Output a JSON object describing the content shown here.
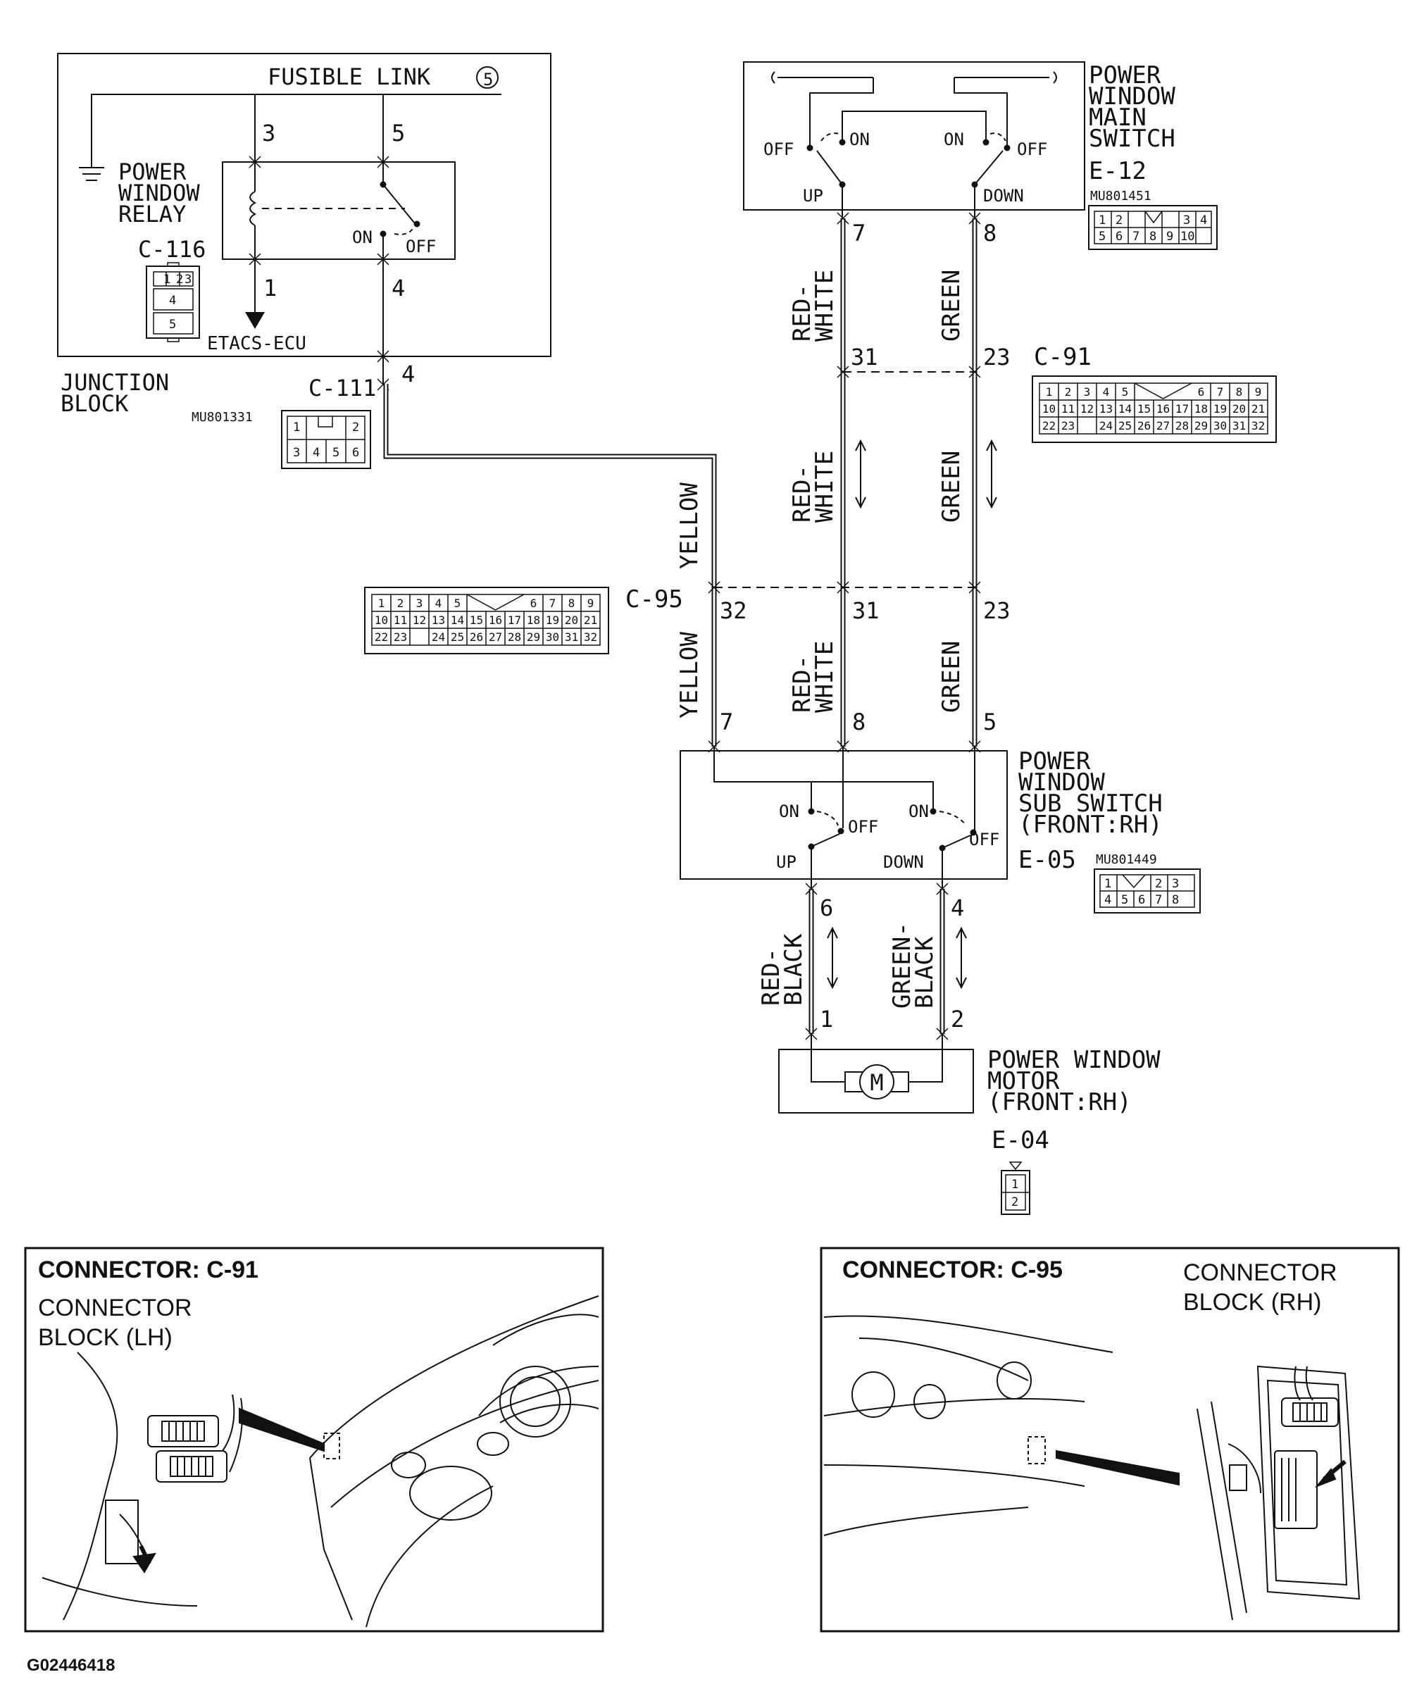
{
  "junction_block": {
    "title_line1": "JUNCTION",
    "title_line2": "BLOCK",
    "part_no": "MU801331",
    "fusible_link": "FUSIBLE LINK",
    "fusible_link_no": "5",
    "relay_line1": "POWER",
    "relay_line2": "WINDOW",
    "relay_line3": "RELAY",
    "relay_connector": "C-116",
    "relay_pins": [
      "1",
      "2",
      "3",
      "4",
      "5"
    ],
    "pin_3": "3",
    "pin_5": "5",
    "pin_1": "1",
    "pin_4": "4",
    "switch_on": "ON",
    "switch_off": "OFF",
    "etacs": "ETACS-ECU"
  },
  "c111": {
    "label": "C-111",
    "pin": "4",
    "grid": [
      "1",
      "2",
      "3",
      "4",
      "5",
      "6"
    ]
  },
  "main_switch": {
    "line1": "POWER",
    "line2": "WINDOW",
    "line3": "MAIN",
    "line4": "SWITCH",
    "id": "E-12",
    "part_no": "MU801451",
    "off_left": "OFF",
    "on_left": "ON",
    "on_right": "ON",
    "off_right": "OFF",
    "up": "UP",
    "down": "DOWN",
    "pin_7": "7",
    "pin_8": "8",
    "grid": [
      "1",
      "2",
      "3",
      "4",
      "5",
      "6",
      "7",
      "8",
      "9",
      "10"
    ]
  },
  "wires": {
    "red_white_1": "RED-",
    "red_white_2": "WHITE",
    "green": "GREEN",
    "yellow": "YELLOW",
    "red_black_1": "RED-",
    "red_black_2": "BLACK",
    "green_black_1": "GREEN-",
    "green_black_2": "BLACK"
  },
  "c91": {
    "label": "C-91",
    "pin_31": "31",
    "pin_23": "23",
    "row1": [
      "1",
      "2",
      "3",
      "4",
      "5",
      "6",
      "7",
      "8",
      "9"
    ],
    "row2": [
      "10",
      "11",
      "12",
      "13",
      "14",
      "15",
      "16",
      "17",
      "18",
      "19",
      "20",
      "21"
    ],
    "row3": [
      "22",
      "23",
      "24",
      "25",
      "26",
      "27",
      "28",
      "29",
      "30",
      "31",
      "32"
    ]
  },
  "c95": {
    "label": "C-95",
    "pin_32": "32",
    "pin_31": "31",
    "pin_23": "23",
    "row1": [
      "1",
      "2",
      "3",
      "4",
      "5",
      "6",
      "7",
      "8",
      "9"
    ],
    "row2": [
      "10",
      "11",
      "12",
      "13",
      "14",
      "15",
      "16",
      "17",
      "18",
      "19",
      "20",
      "21"
    ],
    "row3": [
      "22",
      "23",
      "24",
      "25",
      "26",
      "27",
      "28",
      "29",
      "30",
      "31",
      "32"
    ]
  },
  "sub_switch": {
    "line1": "POWER",
    "line2": "WINDOW",
    "line3": "SUB SWITCH",
    "line4": "(FRONT:RH)",
    "id": "E-05",
    "part_no": "MU801449",
    "pin_7": "7",
    "pin_8": "8",
    "pin_5": "5",
    "pin_6": "6",
    "pin_4": "4",
    "on_left": "ON",
    "off_left": "OFF",
    "on_right": "ON",
    "off_right": "OFF",
    "up": "UP",
    "down": "DOWN",
    "grid": [
      "1",
      "2",
      "3",
      "4",
      "5",
      "6",
      "7",
      "8"
    ]
  },
  "motor": {
    "line1": "POWER WINDOW",
    "line2": "MOTOR",
    "line3": "(FRONT:RH)",
    "id": "E-04",
    "symbol": "M",
    "pin_1": "1",
    "pin_2": "2",
    "grid": [
      "1",
      "2"
    ]
  },
  "panel_left": {
    "title": "CONNECTOR: C-91",
    "caption_line1": "CONNECTOR",
    "caption_line2": "BLOCK (LH)"
  },
  "panel_right": {
    "title": "CONNECTOR: C-95",
    "caption_line1": "CONNECTOR",
    "caption_line2": "BLOCK (RH)"
  },
  "figure_id": "G02446418"
}
